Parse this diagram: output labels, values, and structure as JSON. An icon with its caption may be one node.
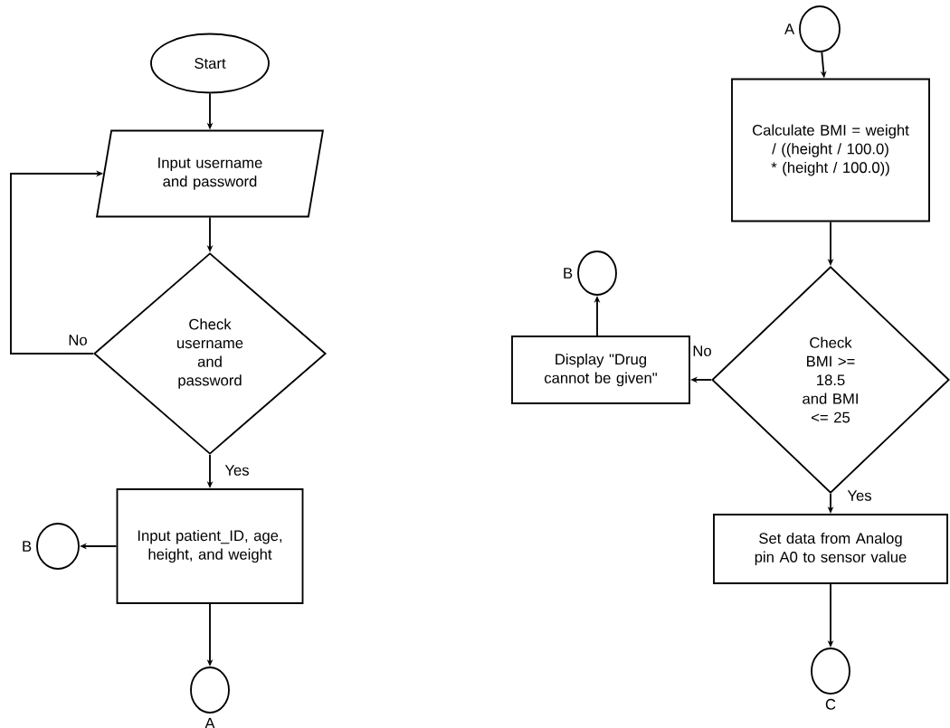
{
  "diagram": {
    "nodes": [
      {
        "text": [
          "Start"
        ]
      },
      {
        "text": [
          "Input username and password"
        ]
      },
      {
        "text": [
          "Check username and password"
        ]
      },
      {
        "text": [
          "Input patient_ID, age, height, and weight"
        ]
      },
      {
        "text": [],
        "shape": "circle",
        "beside": [
          "B"
        ]
      },
      {
        "text": [],
        "shape": "circle",
        "beside": [
          "A"
        ]
      },
      {
        "text": [],
        "shape": "circle",
        "beside": [
          "A"
        ]
      },
      {
        "text": [
          "Calculate BMI = weight / ((height / 100.0) * (height / 100.0))"
        ]
      },
      {
        "text": [
          "Check BMI >= 18.5 and BMI <= 25"
        ]
      },
      {
        "text": [
          "Display \"Drug cannot be given\""
        ]
      },
      {
        "text": [],
        "shape": "circle",
        "beside": [
          "B"
        ]
      },
      {
        "text": [
          "Set data from Analog pin A0 to sensor value"
        ]
      },
      {
        "text": [],
        "shape": "circle",
        "beside": [
          "C"
        ]
      }
    ],
    "edges": [
      {
        "from": 0,
        "to": 1,
        "arrow": "to"
      },
      {
        "from": 1,
        "to": 2,
        "arrow": "to"
      },
      {
        "from": 2,
        "to": 1,
        "arrow": "to",
        "label": "No"
      },
      {
        "from": 2,
        "to": 3,
        "arrow": "to",
        "label": "Yes"
      },
      {
        "from": 3,
        "to": 4,
        "arrow": "to"
      },
      {
        "from": 3,
        "to": 5,
        "arrow": "to"
      },
      {
        "from": 6,
        "to": 7,
        "arrow": "to"
      },
      {
        "from": 7,
        "to": 8,
        "arrow": "to"
      },
      {
        "from": 8,
        "to": 9,
        "arrow": "to",
        "label": "No"
      },
      {
        "from": 9,
        "to": 10,
        "arrow": "to"
      },
      {
        "from": 8,
        "to": 11,
        "arrow": "to",
        "label": "Yes"
      },
      {
        "from": 11,
        "to": 12,
        "arrow": "to"
      }
    ]
  }
}
